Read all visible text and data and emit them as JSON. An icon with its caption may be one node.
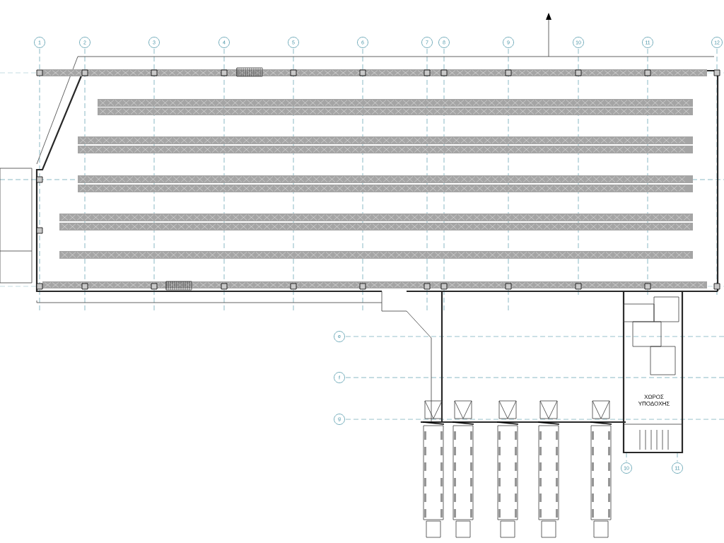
{
  "diagram": {
    "labels": [
      "1",
      "2",
      "3",
      "4",
      "5",
      "6",
      "7",
      "8",
      "9",
      "10",
      "11",
      "12",
      "e",
      "f",
      "g",
      "ΧΩΡΟΣ ΥΠΟΔΟΧΗΣ",
      "10",
      "11"
    ]
  }
}
